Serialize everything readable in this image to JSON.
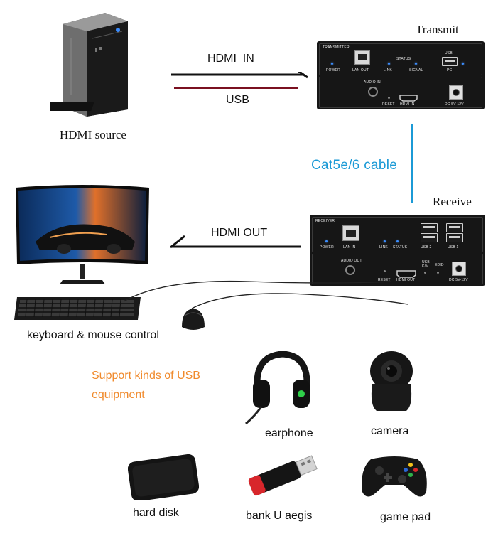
{
  "pc_caption": "HDMI source",
  "hdmi_in_label": "HDMI  IN",
  "usb_label": "USB",
  "transmit_title": "Transmit",
  "receive_title": "Receive",
  "cable_label": "Cat5e/6 cable",
  "hdmi_out_label": "HDMI OUT",
  "keyboard_caption": "keyboard & mouse control",
  "support_line1": "Support kinds of USB",
  "support_line2": "equipment",
  "devices": {
    "earphone": "earphone",
    "camera": "camera",
    "hard_disk": "hard disk",
    "bank_u": "bank U aegis",
    "game_pad": "game pad"
  },
  "transmitter_panel": {
    "title": "TRANSMITTER",
    "power": "POWER",
    "lan_out": "LAN OUT",
    "status": "STATUS",
    "link": "LINK",
    "signal": "SIGNAL",
    "usb": "USB",
    "pc": "PC",
    "audio_in": "AUDIO IN",
    "reset": "RESET",
    "hdmi_in": "HDMI IN",
    "dc": "DC 5V-12V"
  },
  "receiver_panel": {
    "title": "RECEIVER",
    "power": "POWER",
    "lan_in": "LAN IN",
    "link": "LINK",
    "status": "STATUS",
    "usb2": "USB 2",
    "usb1": "USB 1",
    "audio_out": "AUDIO OUT",
    "reset": "RESET",
    "hdmi_out": "HDMI OUT",
    "usb_km": "USB K/M",
    "edid": "EDID",
    "dc": "DC 5V-12V"
  },
  "colors": {
    "cable_blue": "#1b9ad6",
    "usb_line": "#7a1020",
    "accent_orange": "#f08a2c",
    "led_blue": "#3a8cff"
  }
}
